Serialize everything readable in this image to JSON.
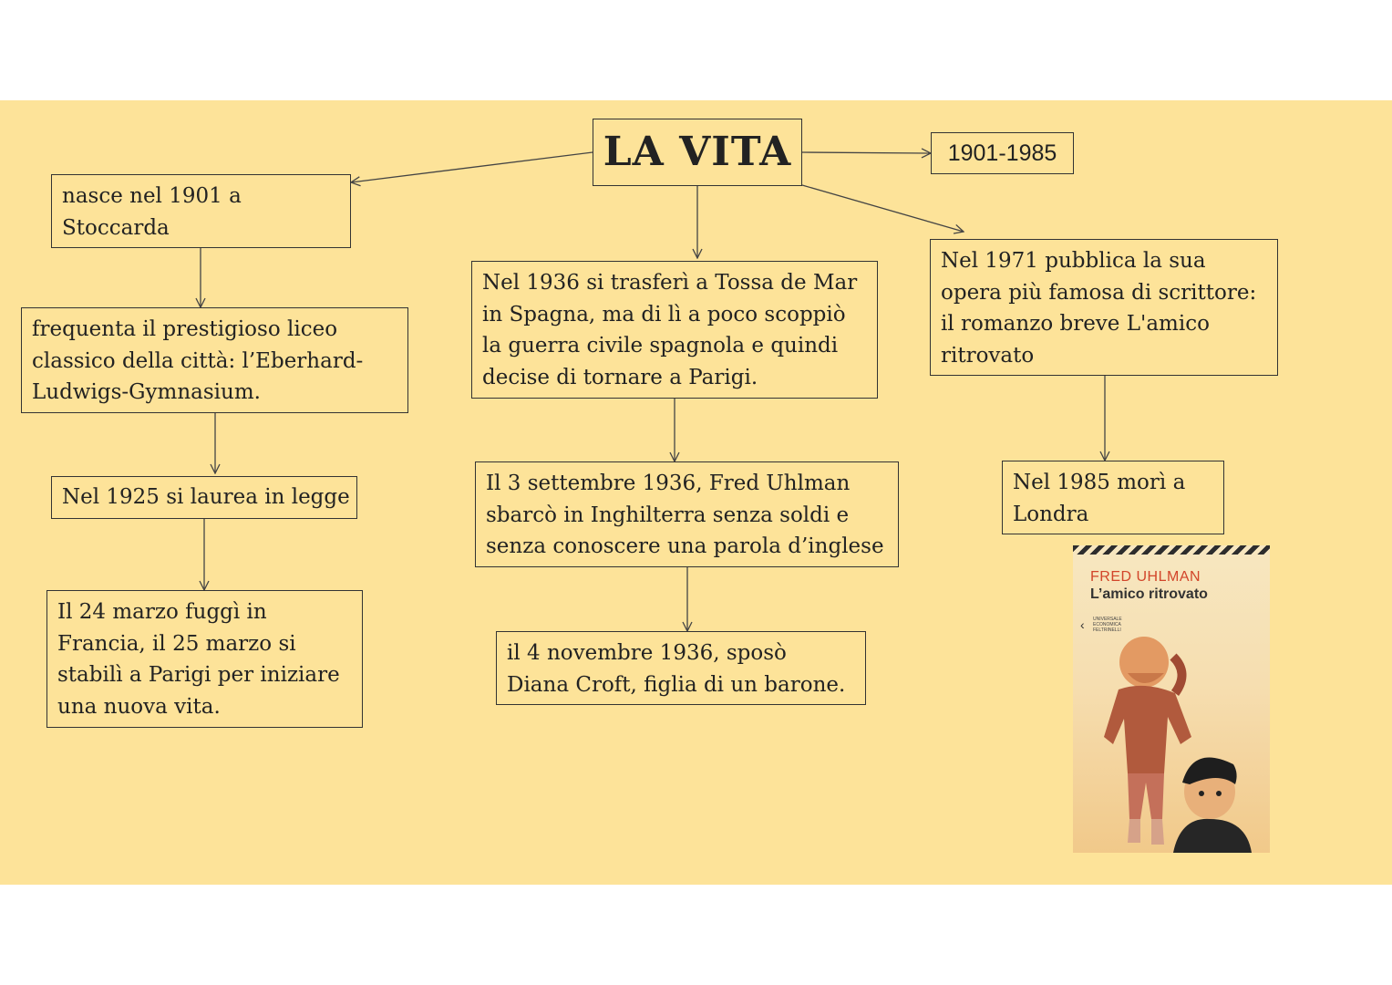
{
  "title": "LA VITA",
  "years": "1901-1985",
  "left": {
    "birth": [
      "nasce nel 1901 a",
      "Stoccarda"
    ],
    "school": [
      "frequenta il prestigioso liceo",
      "classico della città: l’Eberhard-",
      "Ludwigs-Gymnasium."
    ],
    "degree": [
      "Nel 1925 si laurea in legge"
    ],
    "escape": [
      "Il 24 marzo fuggì in",
      "Francia, il 25 marzo si",
      "stabilì a Parigi per iniziare",
      "una nuova vita."
    ]
  },
  "center": {
    "spain": [
      "Nel 1936 si trasferì a Tossa de Mar",
      "in Spagna, ma di lì a poco scoppiò",
      "la guerra civile spagnola e quindi",
      "decise di tornare a Parigi."
    ],
    "england": [
      "Il 3 settembre 1936, Fred Uhlman",
      "sbarcò in Inghilterra senza soldi e",
      "senza conoscere una parola d’inglese"
    ],
    "marriage": [
      "il 4 novembre 1936, sposò",
      "Diana Croft, figlia di un barone."
    ]
  },
  "right": {
    "novel": [
      "Nel 1971 pubblica la sua",
      "opera più famosa di scrittore:",
      "il romanzo breve L'amico",
      "ritrovato"
    ],
    "death": [
      "Nel 1985 morì a",
      "Londra"
    ]
  },
  "book_cover": {
    "author": "FRED UHLMAN",
    "title": "L’amico ritrovato",
    "series": [
      "UNIVERSALE",
      "ECONOMICA",
      "FELTRINELLI"
    ]
  },
  "colors": {
    "background": "#fde399",
    "border": "#333333",
    "text": "#222222",
    "cover_author": "#d2452a"
  }
}
